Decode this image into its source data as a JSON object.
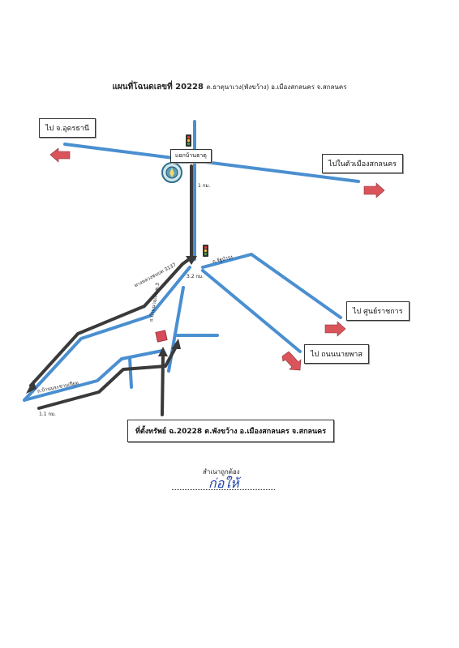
{
  "title": {
    "main": "แผนที่โฉนดเลขที่ 20228",
    "sub": "ต.ธาตุนาเวง(พังขว้าง) อ.เมืองสกลนคร จ.สกลนคร"
  },
  "destinations": {
    "udon": "ไป จ.อุดรธานี",
    "city": "ไปในตัวเมืองสกลนคร",
    "govt_center": "ไป ศูนย์ราชการ",
    "naiphat": "ไป ถนนนายพาส"
  },
  "labels": {
    "junction": "แยกบ้านธาตุ",
    "dist_1km": "1 กม.",
    "highway": "ทางหลวงชนบท 3137",
    "rat_bamrung": "ถ.รัฐบำรุง",
    "dist_3_2km": "3.2 กม.",
    "ban_chang_soi": "ถ.บ้านนายเงิน ซ.3",
    "ban_rachaburi": "ถ.บ้านนระชาบเปียม",
    "dist_1_1km": "1.1 กม."
  },
  "location": "ที่ตั้งทรัพย์ ฉ.20228 ต.พังขว้าง อ.เมืองสกลนคร จ.สกลนคร",
  "certification": {
    "label": "สำเนาถูกต้อง",
    "signature": "ก่อให้"
  },
  "colors": {
    "road": "#4a8fd0",
    "route": "#3a3a3a",
    "arrow": "#d9545b",
    "property": "#d84a5a"
  }
}
